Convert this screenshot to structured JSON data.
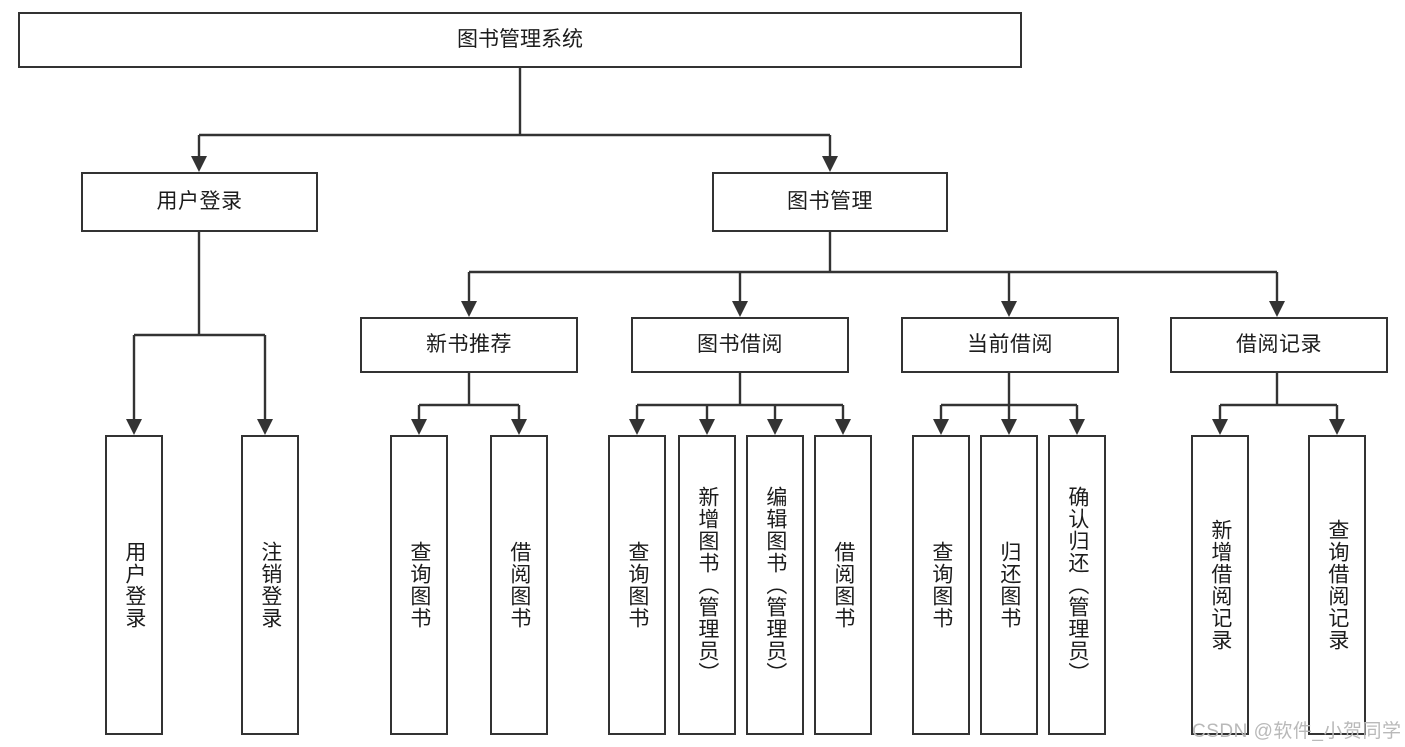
{
  "diagram": {
    "title": "图书管理系统",
    "type": "tree-hierarchy-diagram",
    "root": {
      "label": "图书管理系统"
    },
    "level2": [
      {
        "label": "用户登录"
      },
      {
        "label": "图书管理"
      }
    ],
    "level3": [
      {
        "label": "新书推荐"
      },
      {
        "label": "图书借阅"
      },
      {
        "label": "当前借阅"
      },
      {
        "label": "借阅记录"
      }
    ],
    "leaves": {
      "user_login": [
        {
          "label": "用户登录"
        },
        {
          "label": "注销登录"
        }
      ],
      "new_book_recommend": [
        {
          "label": "查询图书"
        },
        {
          "label": "借阅图书"
        }
      ],
      "book_borrow": [
        {
          "label": "查询图书"
        },
        {
          "label": "新增图书（管理员）"
        },
        {
          "label": "编辑图书（管理员）"
        },
        {
          "label": "借阅图书"
        }
      ],
      "current_borrow": [
        {
          "label": "查询图书"
        },
        {
          "label": "归还图书"
        },
        {
          "label": "确认归还（管理员）"
        }
      ],
      "borrow_record": [
        {
          "label": "新增借阅记录"
        },
        {
          "label": "查询借阅记录"
        }
      ]
    }
  },
  "watermark": {
    "text": "CSDN @软件_小贺同学"
  },
  "colors": {
    "stroke": "#333333",
    "text": "#1c1c1c",
    "background": "#ffffff",
    "watermark": "#b9b9b9"
  }
}
